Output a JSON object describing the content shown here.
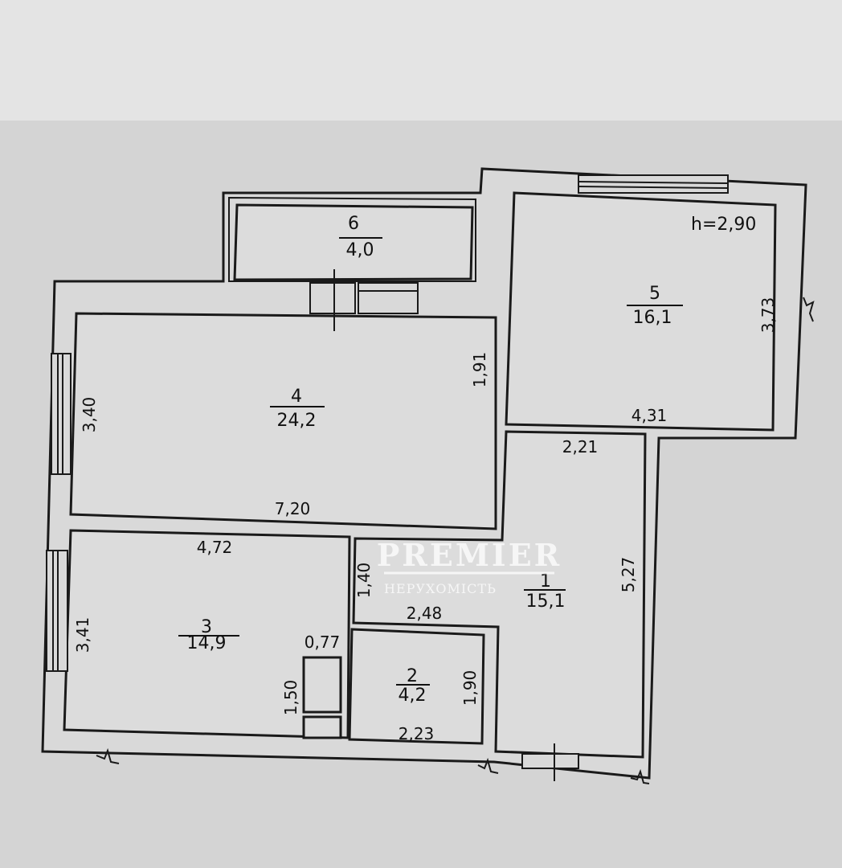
{
  "plan": {
    "ceiling_height": "h=2,90",
    "rooms": [
      {
        "number": "1",
        "area": "15,1"
      },
      {
        "number": "2",
        "area": "4,2"
      },
      {
        "number": "3",
        "area": "14,9"
      },
      {
        "number": "4",
        "area": "24,2"
      },
      {
        "number": "5",
        "area": "16,1"
      },
      {
        "number": "6",
        "area": "4,0"
      }
    ],
    "dimensions": {
      "r5_height": "3,73",
      "r5_width": "4,31",
      "r4_height": "3,40",
      "r4_right": "1,91",
      "r4_width": "7,20",
      "r1_top": "2,21",
      "r1_height": "5,27",
      "r3_top": "4,72",
      "r3_height": "3,41",
      "corridor": "1,40",
      "r2_top": "2,48",
      "closet_width": "0,77",
      "closet_height": "1,50",
      "r2_height": "1,90",
      "r2_width": "2,23"
    }
  },
  "watermark": {
    "brand": "PREMIER",
    "subtitle": "НЕРУХОМІСТЬ"
  }
}
